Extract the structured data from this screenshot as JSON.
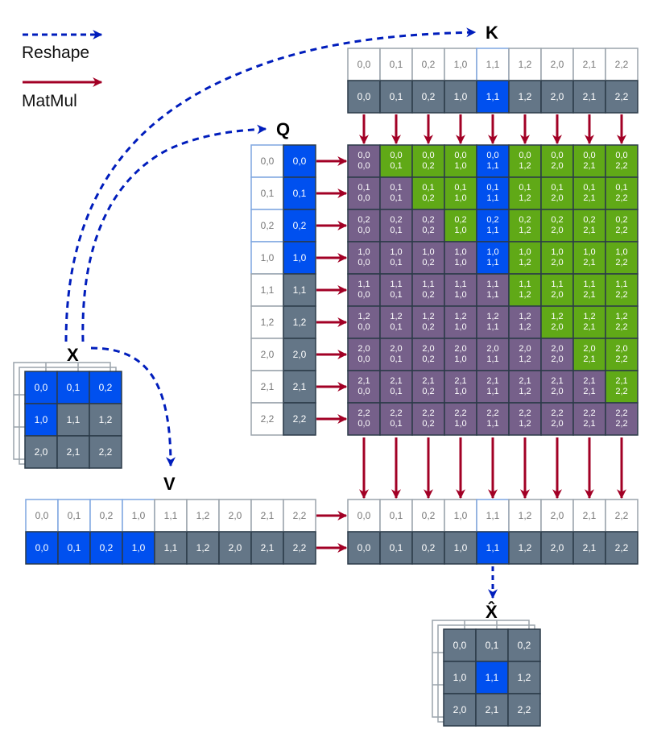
{
  "legend": {
    "reshape_label": "Reshape",
    "matmul_label": "MatMul"
  },
  "labels": {
    "k": "K",
    "q": "Q",
    "v": "V",
    "x": "X",
    "xhat": "X̂"
  },
  "colors": {
    "highlight": "#0050ef",
    "slate": "#647687",
    "purple": "#76608a",
    "green": "#60a917",
    "grid_border": "#2b3a48",
    "outline": "#9aa3ab",
    "reshape_arrow": "#001dbc",
    "matmul_arrow": "#a20025"
  },
  "index_labels": [
    "0,0",
    "0,1",
    "0,2",
    "1,0",
    "1,1",
    "1,2",
    "2,0",
    "2,1",
    "2,2"
  ],
  "highlight_index": 4,
  "x_grid": [
    [
      "0,0",
      "0,1",
      "0,2"
    ],
    [
      "1,0",
      "1,1",
      "1,2"
    ],
    [
      "2,0",
      "2,1",
      "2,2"
    ]
  ],
  "attention": {
    "grid_size": 9,
    "lower_fill": "purple",
    "upper_fill": "green",
    "highlight_column": 4
  }
}
